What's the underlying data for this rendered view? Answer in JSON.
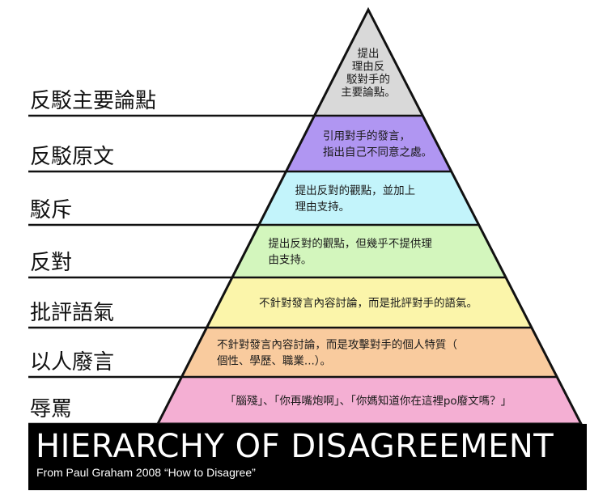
{
  "levels": [
    {
      "label": "反駁主要論點",
      "color": "#d9d9d9",
      "lines": [
        "提出",
        "理由反",
        "駁對手的",
        "主要論點。"
      ]
    },
    {
      "label": "反駁原文",
      "color": "#b096f2",
      "lines": [
        "引用對手的發言，",
        "指出自己不同意之處。"
      ]
    },
    {
      "label": "駁斥",
      "color": "#c3f4fb",
      "lines": [
        "提出反對的觀點，並加上",
        "理由支持。"
      ]
    },
    {
      "label": "反對",
      "color": "#d3f6bd",
      "lines": [
        "提出反對的觀點，但幾乎不提供理",
        "由支持。"
      ]
    },
    {
      "label": "批評語氣",
      "color": "#fbf5aa",
      "lines": [
        "不針對發言內容討論，而是批評對手的語氣。"
      ]
    },
    {
      "label": "以人廢言",
      "color": "#f9cb9e",
      "lines": [
        "不針對發言內容討論，而是攻擊對手的個人特質（",
        "個性、學歷、職業...）。"
      ]
    },
    {
      "label": "辱罵",
      "color": "#f4afd3",
      "lines": [
        "「腦殘」、「你再嘴炮啊」、「你媽知道你在這裡po廢文嗎？」"
      ]
    }
  ],
  "banner": {
    "title": "HIERARCHY OF DISAGREEMENT",
    "subtitle": "From Paul Graham 2008 “How to Disagree”"
  }
}
